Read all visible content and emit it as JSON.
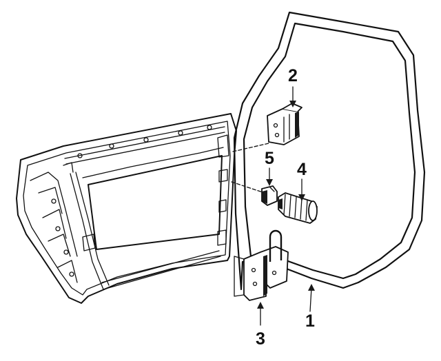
{
  "diagram": {
    "callouts": [
      {
        "id": "1",
        "label": "1"
      },
      {
        "id": "2",
        "label": "2"
      },
      {
        "id": "3",
        "label": "3"
      },
      {
        "id": "4",
        "label": "4"
      },
      {
        "id": "5",
        "label": "5"
      }
    ],
    "colors": {
      "line": "#111111",
      "background": "#ffffff"
    }
  }
}
